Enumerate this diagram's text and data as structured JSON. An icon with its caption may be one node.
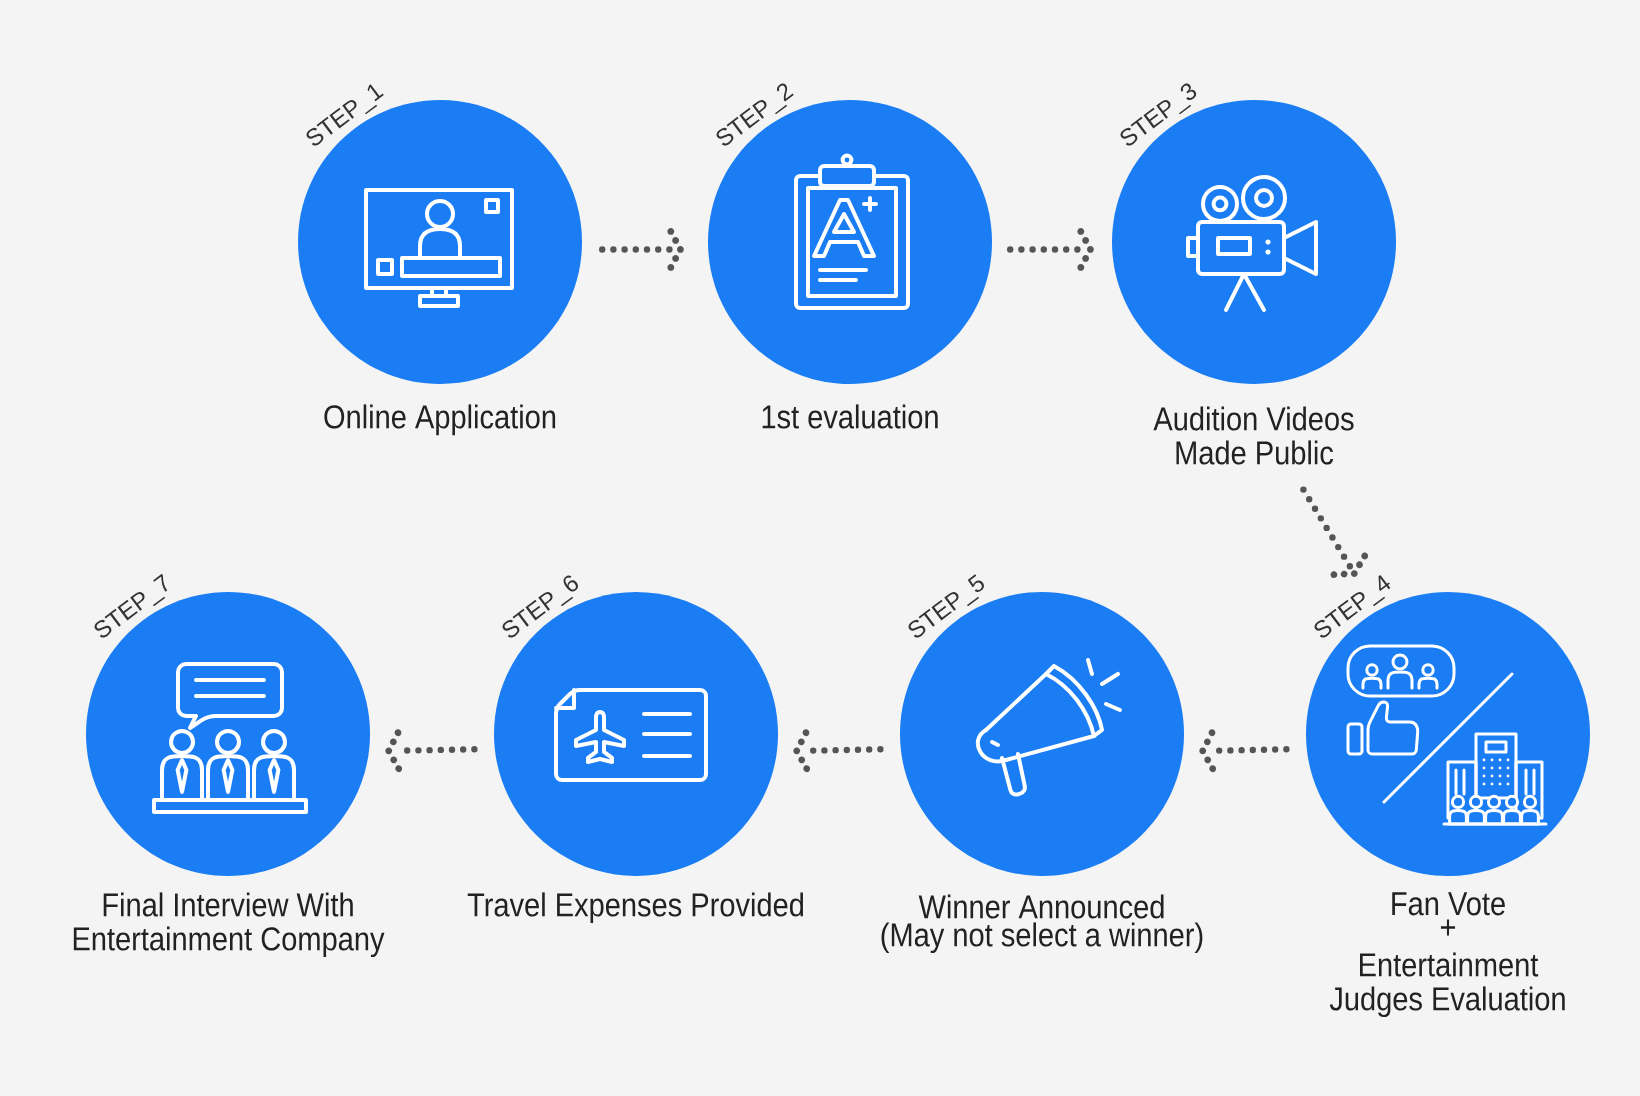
{
  "diagram": {
    "nodes": [
      {
        "text": [
          "STEP_1"
        ],
        "beside": [
          "Online Application"
        ]
      },
      {
        "text": [
          "STEP_2"
        ],
        "beside": [
          "1st evaluation"
        ]
      },
      {
        "text": [
          "STEP_3"
        ],
        "beside": [
          "Audition Videos Made Public"
        ]
      },
      {
        "text": [
          "STEP_4"
        ],
        "beside": [
          "Fan Vote",
          "+",
          "Entertainment Judges Evaluation"
        ]
      },
      {
        "text": [
          "STEP_5"
        ],
        "beside": [
          "Winner Announced",
          "(May not select a winner)"
        ]
      },
      {
        "text": [
          "STEP_6"
        ],
        "beside": [
          "Travel Expenses Provided"
        ]
      },
      {
        "text": [
          "STEP_7"
        ],
        "beside": [
          "Final Interview With Entertainment Company"
        ]
      }
    ],
    "edges": [
      {
        "from": 0,
        "to": 1,
        "arrow": "to"
      },
      {
        "from": 1,
        "to": 2,
        "arrow": "to"
      },
      {
        "from": 2,
        "to": 3,
        "arrow": "to"
      },
      {
        "from": 3,
        "to": 4,
        "arrow": "to"
      },
      {
        "from": 4,
        "to": 5,
        "arrow": "to"
      },
      {
        "from": 5,
        "to": 6,
        "arrow": "to"
      }
    ]
  }
}
